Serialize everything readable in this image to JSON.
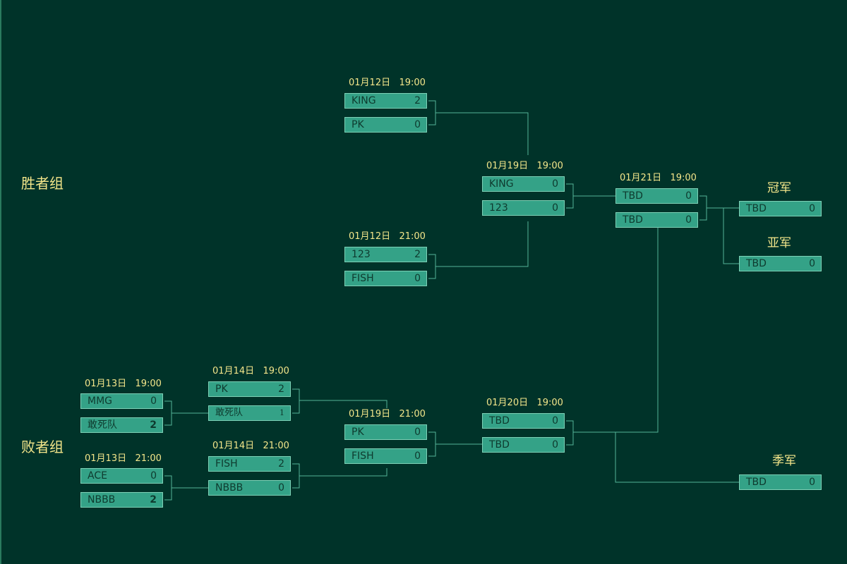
{
  "groups": {
    "winners_label": "胜者组",
    "losers_label": "败者组"
  },
  "placements": {
    "champion_label": "冠军",
    "runner_up_label": "亚军",
    "third_label": "季军"
  },
  "matches": {
    "w1": {
      "time": "01月12日   19:00",
      "team1": {
        "name": "KING",
        "score": "2"
      },
      "team2": {
        "name": "PK",
        "score": "0"
      }
    },
    "w2": {
      "time": "01月12日   21:00",
      "team1": {
        "name": "123",
        "score": "2"
      },
      "team2": {
        "name": "FISH",
        "score": "0"
      }
    },
    "wf": {
      "time": "01月19日   19:00",
      "team1": {
        "name": "KING",
        "score": "0"
      },
      "team2": {
        "name": "123",
        "score": "0"
      }
    },
    "gf": {
      "time": "01月21日   19:00",
      "team1": {
        "name": "TBD",
        "score": "0"
      },
      "team2": {
        "name": "TBD",
        "score": "0"
      }
    },
    "l1": {
      "time": "01月13日   19:00",
      "team1": {
        "name": "MMG",
        "score": "0"
      },
      "team2": {
        "name": "敢死队",
        "score": "2"
      }
    },
    "l2": {
      "time": "01月13日   21:00",
      "team1": {
        "name": "ACE",
        "score": "0"
      },
      "team2": {
        "name": "NBBB",
        "score": "2"
      }
    },
    "l3": {
      "time": "01月14日   19:00",
      "team1": {
        "name": "PK",
        "score": "2"
      },
      "team2": {
        "name": "敢死队",
        "score": "1"
      }
    },
    "l4": {
      "time": "01月14日   21:00",
      "team1": {
        "name": "FISH",
        "score": "2"
      },
      "team2": {
        "name": "NBBB",
        "score": "0"
      }
    },
    "l5": {
      "time": "01月19日   21:00",
      "team1": {
        "name": "PK",
        "score": "0"
      },
      "team2": {
        "name": "FISH",
        "score": "0"
      }
    },
    "lf": {
      "time": "01月20日   19:00",
      "team1": {
        "name": "TBD",
        "score": "0"
      },
      "team2": {
        "name": "TBD",
        "score": "0"
      }
    }
  },
  "results": {
    "champion": {
      "name": "TBD",
      "score": "0"
    },
    "runner_up": {
      "name": "TBD",
      "score": "0"
    },
    "third": {
      "name": "TBD",
      "score": "0"
    }
  },
  "colors": {
    "background": "#003329",
    "slot_fill": "#34a287",
    "slot_border": "#7dd1b6",
    "connector": "#55b396",
    "label_text": "#f4e68a"
  }
}
